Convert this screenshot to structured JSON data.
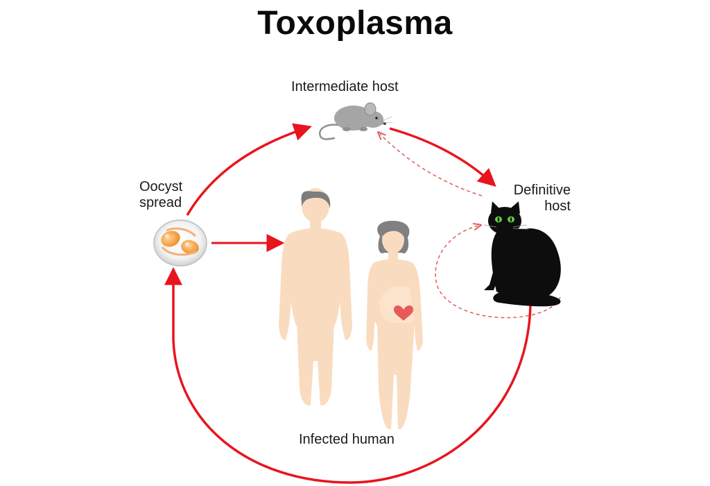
{
  "title": "Toxoplasma",
  "labels": {
    "intermediate_host": "Intermediate host",
    "oocyst_spread": "Oocyst\nspread",
    "definitive_host": "Definitive\nhost",
    "infected_human": "Infected human"
  },
  "colors": {
    "arrow": "#e8141e",
    "dashed_arrow": "#e05a5a",
    "skin": "#f9dcc0",
    "hair_man": "#7d7d7d",
    "hair_woman": "#808080",
    "mouse": "#a5a5a5",
    "cat": "#0d0d0d",
    "cat_eyes": "#5fd13f",
    "heart": "#e85a5a",
    "oocyst": "#f29a3a"
  },
  "icons": [
    "mouse-icon",
    "cat-icon",
    "oocyst-icon",
    "man-figure",
    "pregnant-woman-figure",
    "heart-icon"
  ]
}
